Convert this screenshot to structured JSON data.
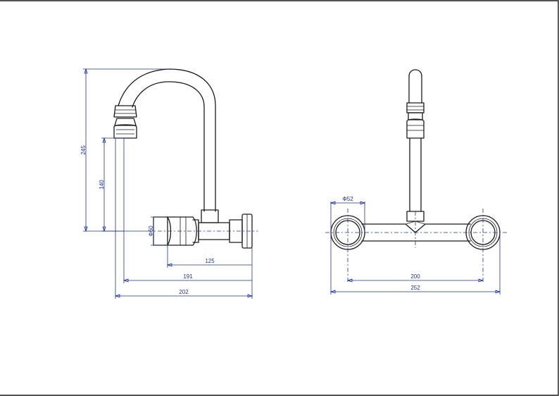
{
  "drawing": {
    "side_view": {
      "dimensions": {
        "total_height": "245",
        "outlet_height": "140",
        "handle_diameter": "Φ60",
        "wall_to_body": "125",
        "wall_to_handle": "191",
        "wall_to_outlet": "202"
      }
    },
    "front_view": {
      "dimensions": {
        "flange_diameter": "Φ52",
        "center_to_center": "200",
        "overall_width": "252"
      }
    }
  },
  "colors": {
    "dimension": "#1f2fa8",
    "outline": "#1a1a1a"
  }
}
